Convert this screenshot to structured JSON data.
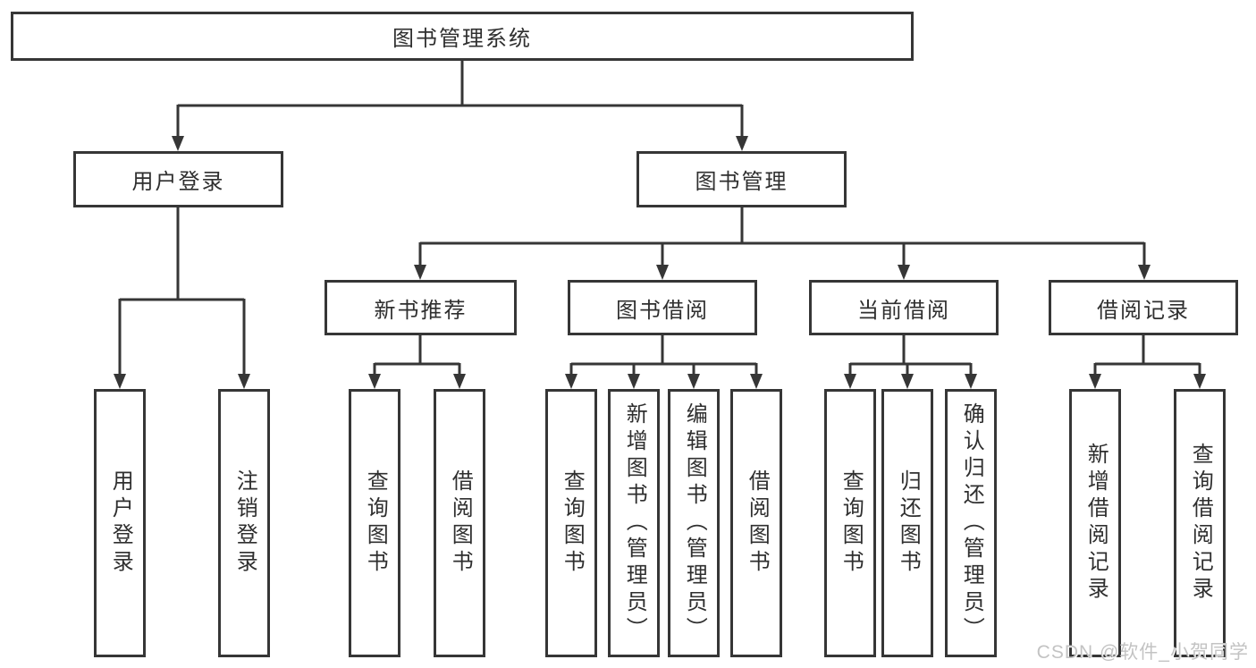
{
  "nodes": {
    "root": "图书管理系统",
    "l2_user_login": "用户登录",
    "l2_book_mgmt": "图书管理",
    "l3_new_book_rec": "新书推荐",
    "l3_book_borrow": "图书借阅",
    "l3_current_borrow": "当前借阅",
    "l3_borrow_records": "借阅记录",
    "leaf_user_login": "用户登录",
    "leaf_logout": "注销登录",
    "leaf_rec_query_book": "查询图书",
    "leaf_rec_borrow_book": "借阅图书",
    "leaf_bb_query_book": "查询图书",
    "leaf_bb_add_book": "新增图书（管理员）",
    "leaf_bb_edit_book": "编辑图书（管理员）",
    "leaf_bb_borrow_book": "借阅图书",
    "leaf_cb_query_book": "查询图书",
    "leaf_cb_return_book": "归还图书",
    "leaf_cb_confirm_return": "确认归还（管理员）",
    "leaf_br_add_record": "新增借阅记录",
    "leaf_br_query_record": "查询借阅记录"
  },
  "hierarchy": {
    "图书管理系统": {
      "用户登录": [
        "用户登录",
        "注销登录"
      ],
      "图书管理": {
        "新书推荐": [
          "查询图书",
          "借阅图书"
        ],
        "图书借阅": [
          "查询图书",
          "新增图书（管理员）",
          "编辑图书（管理员）",
          "借阅图书"
        ],
        "当前借阅": [
          "查询图书",
          "归还图书",
          "确认归还（管理员）"
        ],
        "借阅记录": [
          "新增借阅记录",
          "查询借阅记录"
        ]
      }
    }
  },
  "watermark": "CSDN @软件_小贺同学",
  "colors": {
    "line": "#363636",
    "text": "#2f2f2f",
    "background": "#ffffff",
    "watermark": "#c3c3c3"
  }
}
